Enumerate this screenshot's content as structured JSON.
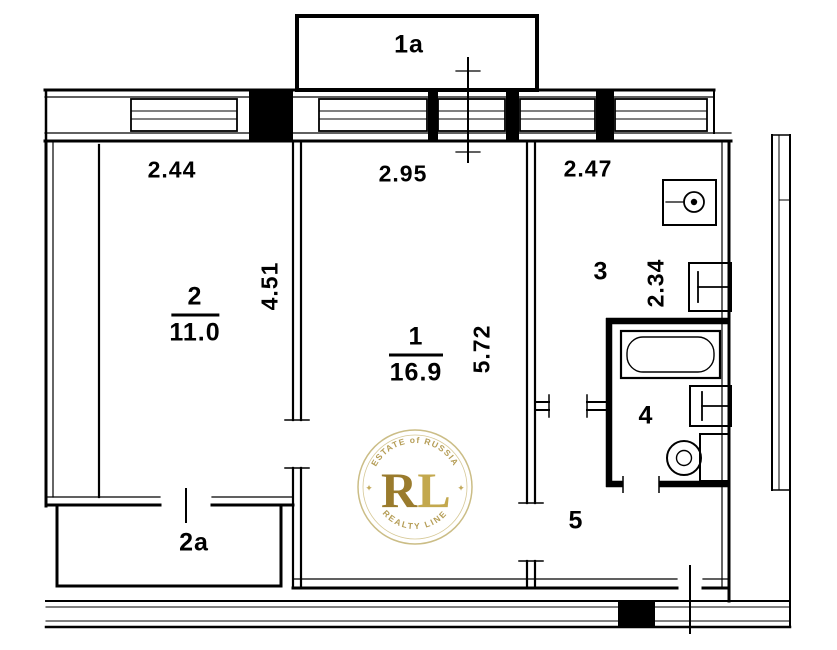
{
  "plan": {
    "background": "#ffffff",
    "line_color": "#000000",
    "rooms": {
      "balcony_top": {
        "label": "1a"
      },
      "room2": {
        "label": "2",
        "area": "11.0",
        "width": "2.44",
        "depth": "4.51"
      },
      "room1": {
        "label": "1",
        "area": "16.9",
        "width": "2.95",
        "depth": "5.72"
      },
      "kitchen": {
        "label": "3",
        "width": "2.47",
        "depth": "2.34"
      },
      "bathroom": {
        "label": "4"
      },
      "hallway": {
        "label": "5"
      },
      "balcony_bottom": {
        "label": "2a"
      }
    }
  },
  "watermark": {
    "arc_top": "ESTATE of RUSSIA",
    "arc_bottom": "REALTY LINE",
    "letter_r": "R",
    "letter_l": "L",
    "star_left": "✦",
    "star_right": "✦",
    "gold_dark": "#9a7b2d",
    "gold_light": "#c3a84e",
    "ring_color": "#cbbd86",
    "text_color": "#b59d56"
  }
}
